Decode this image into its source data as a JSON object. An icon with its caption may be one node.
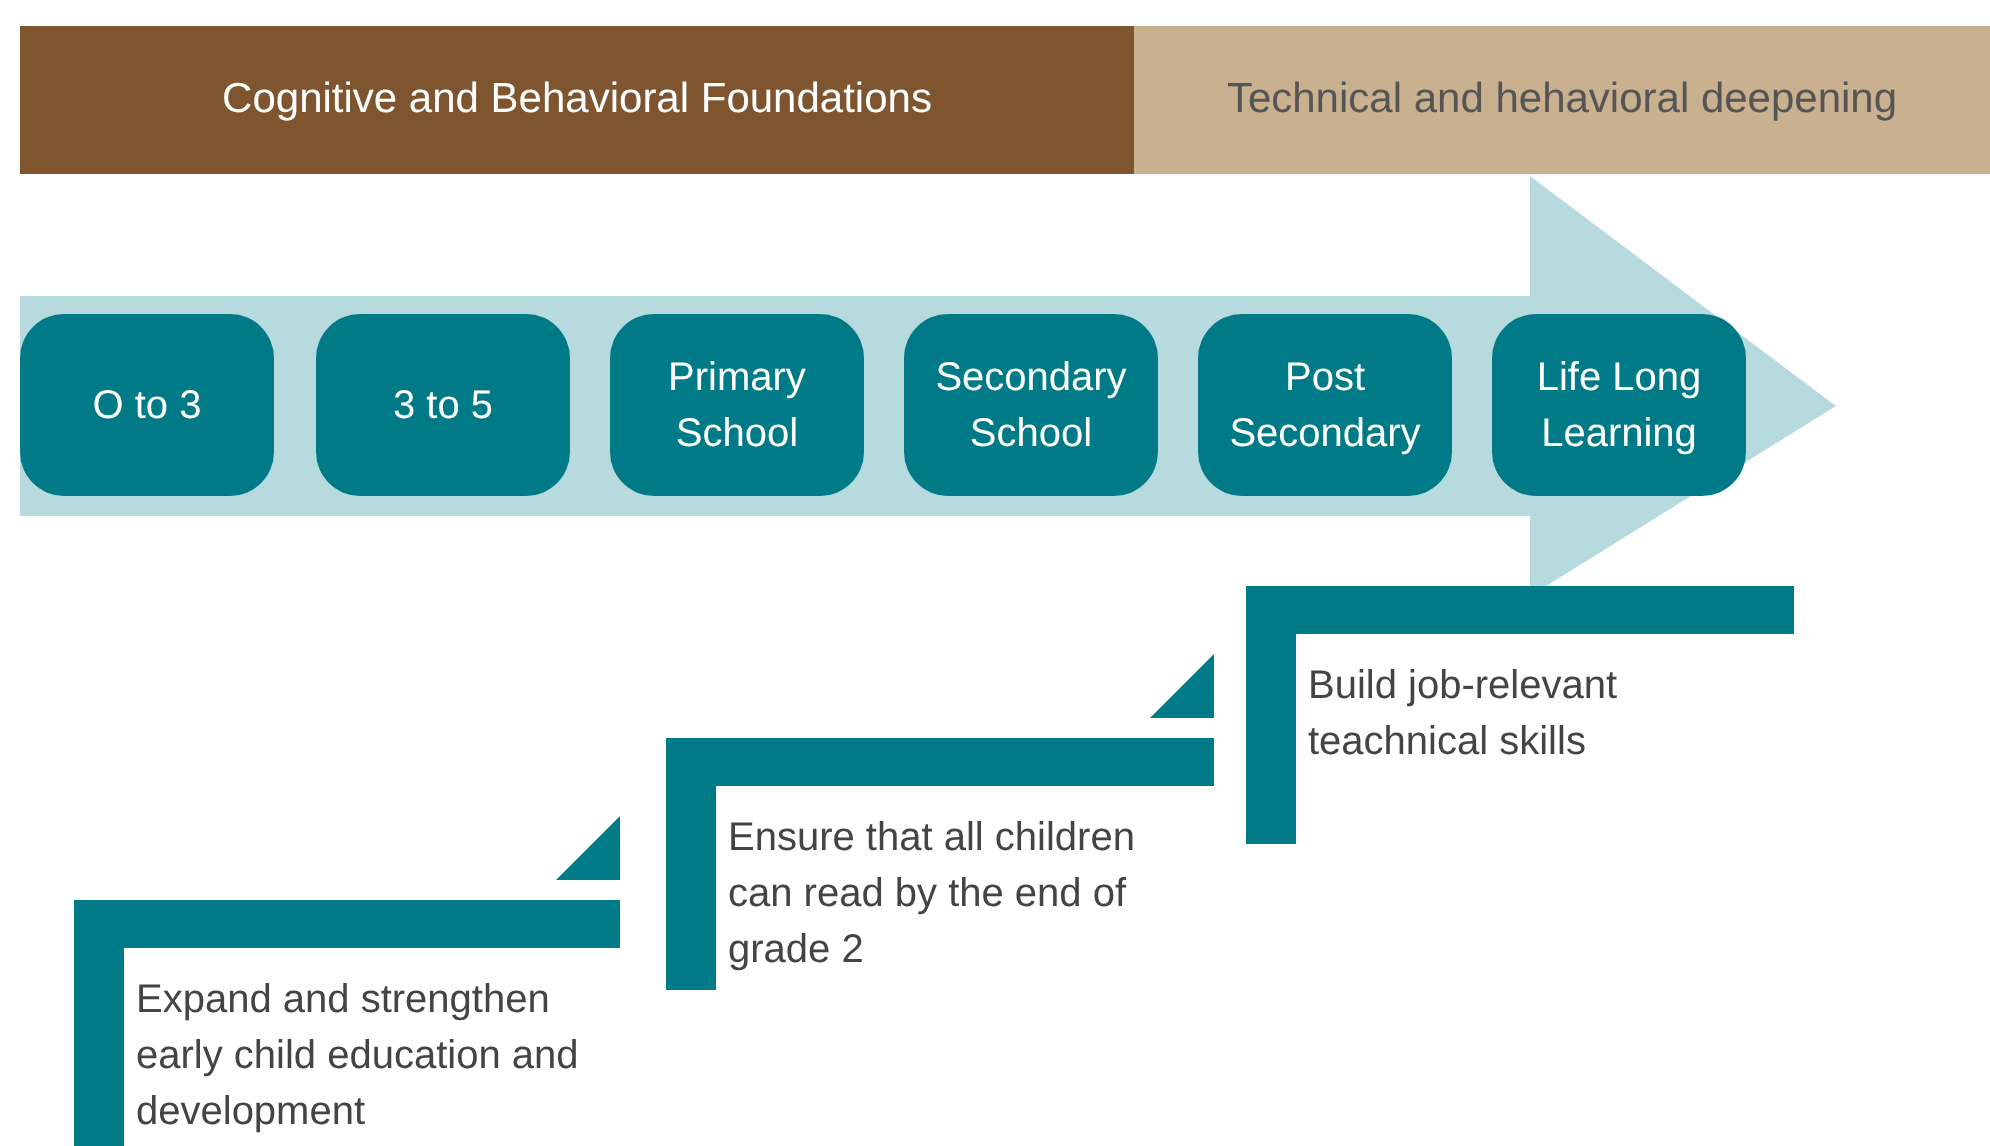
{
  "diagram": {
    "nodes": [
      {
        "text": [
          "Cognitive and Behavioral Foundations"
        ]
      },
      {
        "text": [
          "Technical and hehavioral deepening"
        ]
      },
      {
        "text": [],
        "shape": "arrow"
      },
      {
        "text": [
          "O to 3"
        ],
        "in": 2
      },
      {
        "text": [
          "3 to 5"
        ],
        "in": 2
      },
      {
        "text": [
          "Primary School"
        ],
        "in": 2
      },
      {
        "text": [
          "Secondary School"
        ],
        "in": 2
      },
      {
        "text": [
          "Post Secondary"
        ],
        "in": 2
      },
      {
        "text": [
          "Life Long Learning"
        ],
        "in": 2
      },
      {
        "text": [
          "Expand and strengthen early child education and development"
        ]
      },
      {
        "text": [
          "Ensure that all children can read by the end of grade 2"
        ]
      },
      {
        "text": [
          "Build job-relevant teachnical skills"
        ]
      }
    ]
  }
}
